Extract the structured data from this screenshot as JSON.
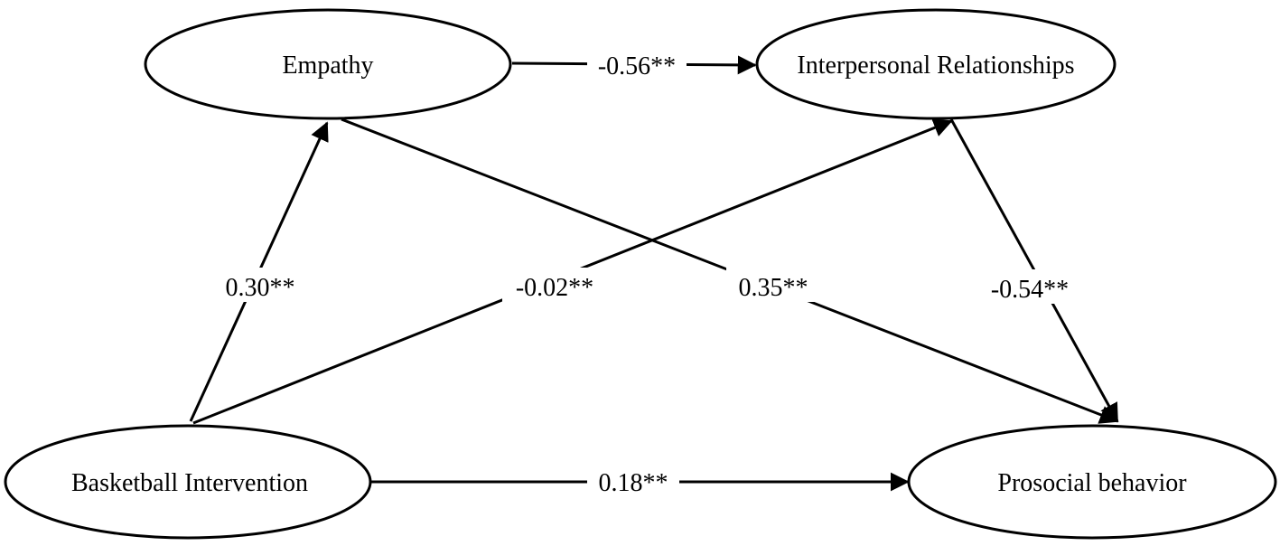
{
  "nodes": {
    "empathy": "Empathy",
    "interpersonal": "Interpersonal Relationships",
    "basketball": "Basketball Intervention",
    "prosocial": "Prosocial behavior"
  },
  "paths": [
    {
      "from": "Empathy",
      "to": "Interpersonal Relationships",
      "coefficient": "-0.56**"
    },
    {
      "from": "Basketball Intervention",
      "to": "Empathy",
      "coefficient": "0.30**"
    },
    {
      "from": "Basketball Intervention",
      "to": "Interpersonal Relationships",
      "coefficient": "-0.02**"
    },
    {
      "from": "Empathy",
      "to": "Prosocial behavior",
      "coefficient": "0.35**"
    },
    {
      "from": "Interpersonal Relationships",
      "to": "Prosocial behavior",
      "coefficient": "-0.54**"
    },
    {
      "from": "Basketball Intervention",
      "to": "Prosocial behavior",
      "coefficient": "0.18**"
    }
  ],
  "colors": {
    "line": "#000000",
    "background": "#ffffff"
  }
}
